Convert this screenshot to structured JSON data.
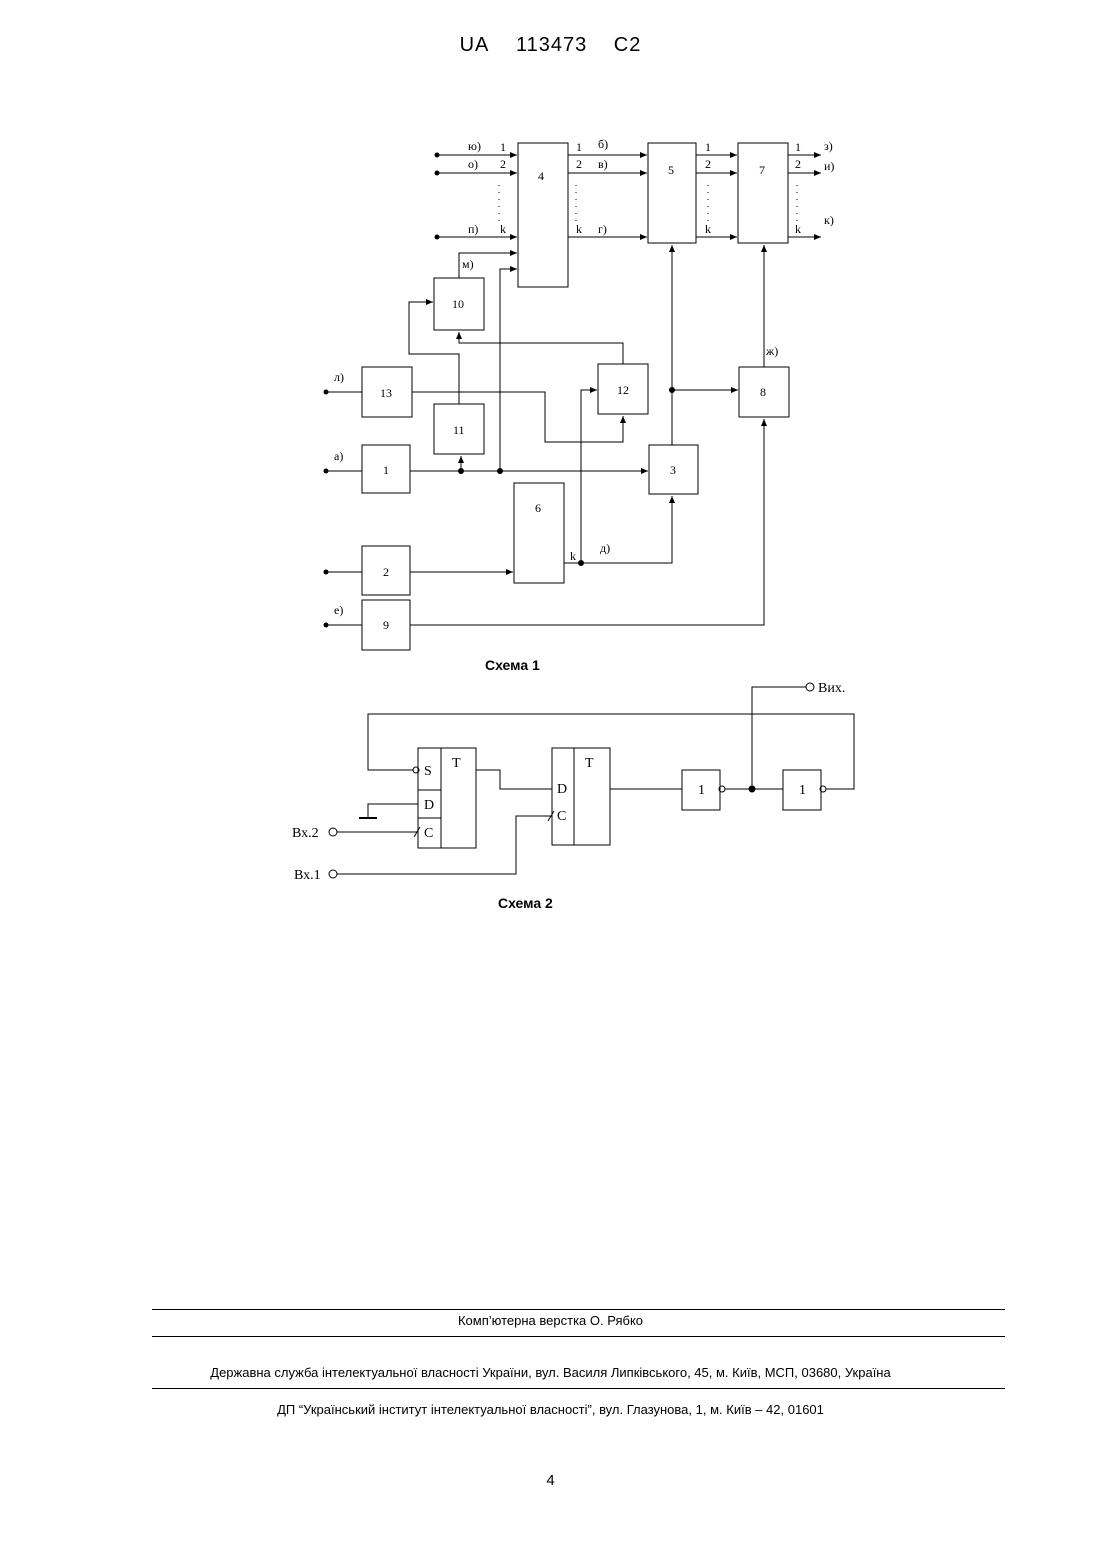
{
  "header": {
    "country": "UA",
    "number": "113473",
    "kind": "C2"
  },
  "scheme1": {
    "caption": "Схема 1",
    "blocks": [
      "1",
      "2",
      "3",
      "4",
      "5",
      "6",
      "7",
      "8",
      "9",
      "10",
      "11",
      "12",
      "13"
    ],
    "labels": {
      "yu": "ю)",
      "o": "о)",
      "p": "п)",
      "m": "м)",
      "l": "л)",
      "a": "а)",
      "e": "е)",
      "b": "б)",
      "v": "в)",
      "g": "г)",
      "d": "д)",
      "zh": "ж)",
      "z": "з)",
      "i": "и)",
      "k": "к)"
    },
    "indices": [
      "1",
      "2",
      "k"
    ]
  },
  "scheme2": {
    "caption": "Схема 2",
    "pins": {
      "S": "S",
      "D": "D",
      "C": "C",
      "T": "T"
    },
    "inverter": "1",
    "inputs": {
      "in2": "Вх.2",
      "in1": "Вх.1"
    },
    "output": "Вих."
  },
  "footer": {
    "layout": "Комп’ютерна верстка О. Рябко",
    "service": "Державна служба інтелектуальної власності України, вул. Василя Липківського, 45, м. Київ, МСП, 03680, Україна",
    "institute": "ДП “Український інститут інтелектуальної власності”, вул. Глазунова, 1, м. Київ – 42, 01601"
  },
  "page_number": "4"
}
